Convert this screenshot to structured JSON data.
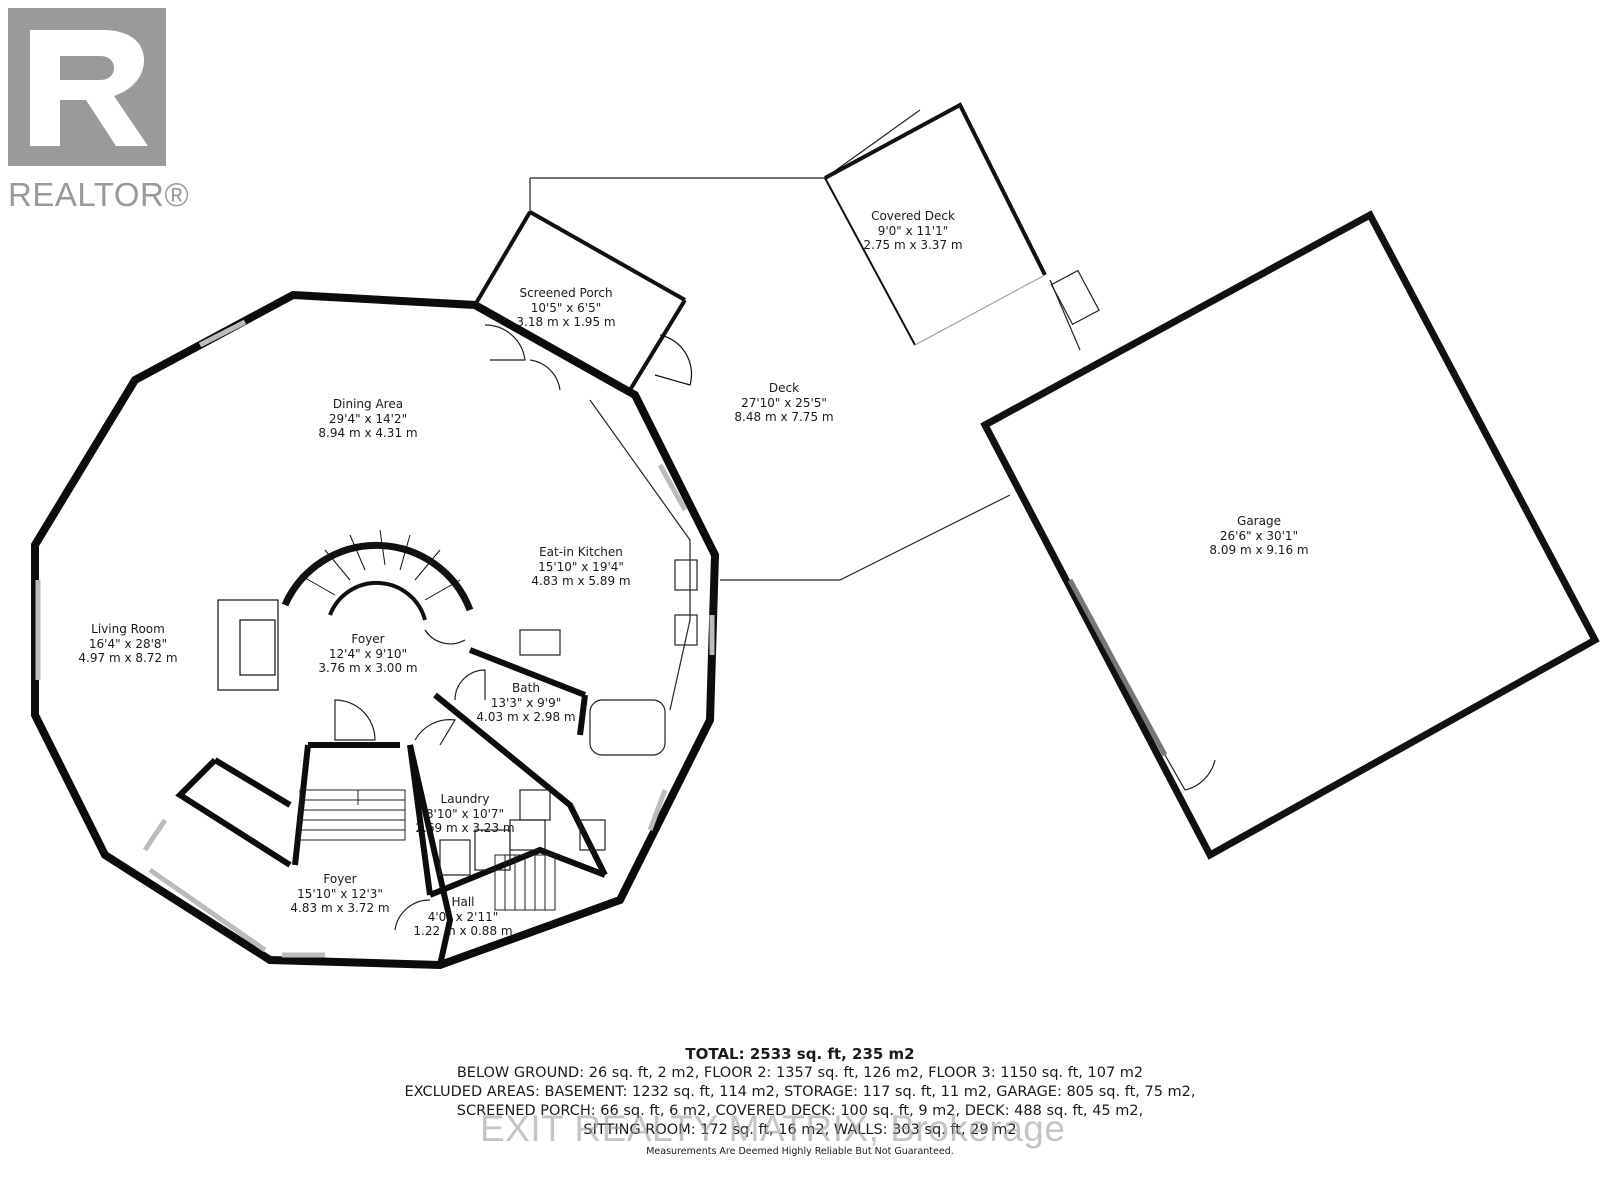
{
  "branding": {
    "realtor_logo_text": "REALTOR®",
    "watermark": "EXIT REALTY MATRIX, Brokerage"
  },
  "rooms": [
    {
      "key": "dining",
      "name": "Dining Area",
      "imperial": "29'4\" x 14'2\"",
      "metric": "8.94 m x 4.31 m"
    },
    {
      "key": "screened-porch",
      "name": "Screened Porch",
      "imperial": "10'5\" x 6'5\"",
      "metric": "3.18 m x 1.95 m"
    },
    {
      "key": "covered-deck",
      "name": "Covered Deck",
      "imperial": "9'0\" x 11'1\"",
      "metric": "2.75 m x 3.37 m"
    },
    {
      "key": "deck",
      "name": "Deck",
      "imperial": "27'10\" x 25'5\"",
      "metric": "8.48 m x 7.75 m"
    },
    {
      "key": "garage",
      "name": "Garage",
      "imperial": "26'6\" x 30'1\"",
      "metric": "8.09 m x 9.16 m"
    },
    {
      "key": "kitchen",
      "name": "Eat-in Kitchen",
      "imperial": "15'10\" x 19'4\"",
      "metric": "4.83 m x 5.89 m"
    },
    {
      "key": "living",
      "name": "Living Room",
      "imperial": "16'4\" x 28'8\"",
      "metric": "4.97 m x 8.72 m"
    },
    {
      "key": "foyer-upper",
      "name": "Foyer",
      "imperial": "12'4\" x 9'10\"",
      "metric": "3.76 m x 3.00 m"
    },
    {
      "key": "bath",
      "name": "Bath",
      "imperial": "13'3\" x 9'9\"",
      "metric": "4.03 m x 2.98 m"
    },
    {
      "key": "laundry",
      "name": "Laundry",
      "imperial": "8'10\" x 10'7\"",
      "metric": "2.69 m x 3.23 m"
    },
    {
      "key": "foyer-lower",
      "name": "Foyer",
      "imperial": "15'10\" x 12'3\"",
      "metric": "4.83 m x 3.72 m"
    },
    {
      "key": "hall",
      "name": "Hall",
      "imperial": "4'0\" x 2'11\"",
      "metric": "1.22 m x 0.88 m"
    }
  ],
  "summary": {
    "total": "TOTAL: 2533 sq. ft, 235 m2",
    "line1": "BELOW GROUND: 26 sq. ft, 2 m2, FLOOR 2: 1357 sq. ft, 126 m2, FLOOR 3: 1150 sq. ft, 107 m2",
    "line2": "EXCLUDED AREAS: BASEMENT: 1232 sq. ft, 114 m2, STORAGE: 117 sq. ft, 11 m2, GARAGE: 805 sq. ft, 75 m2,",
    "line3": "SCREENED PORCH: 66 sq. ft, 6 m2, COVERED DECK: 100 sq. ft, 9 m2, DECK: 488 sq. ft, 45 m2,",
    "line4": "SITTING ROOM: 172 sq. ft, 16 m2, WALLS: 303 sq. ft, 29 m2",
    "disclaimer": "Measurements Are Deemed Highly Reliable But Not Guaranteed."
  }
}
